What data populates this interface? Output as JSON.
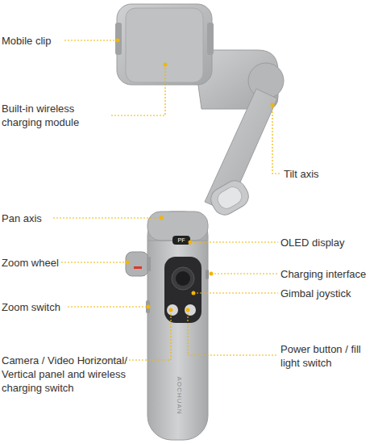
{
  "diagram": {
    "labels": [
      "Mobile clip",
      "Built-in wireless charging module",
      "Tilt axis",
      "Pan axis",
      "OLED display",
      "Zoom wheel",
      "Charging interface",
      "Gimbal joystick",
      "Zoom switch",
      "Camera / Video Horizontal/ Vertical panel and wireless charging switch",
      "Power button / fill light switch",
      "PF",
      "AOCHUAN"
    ]
  }
}
